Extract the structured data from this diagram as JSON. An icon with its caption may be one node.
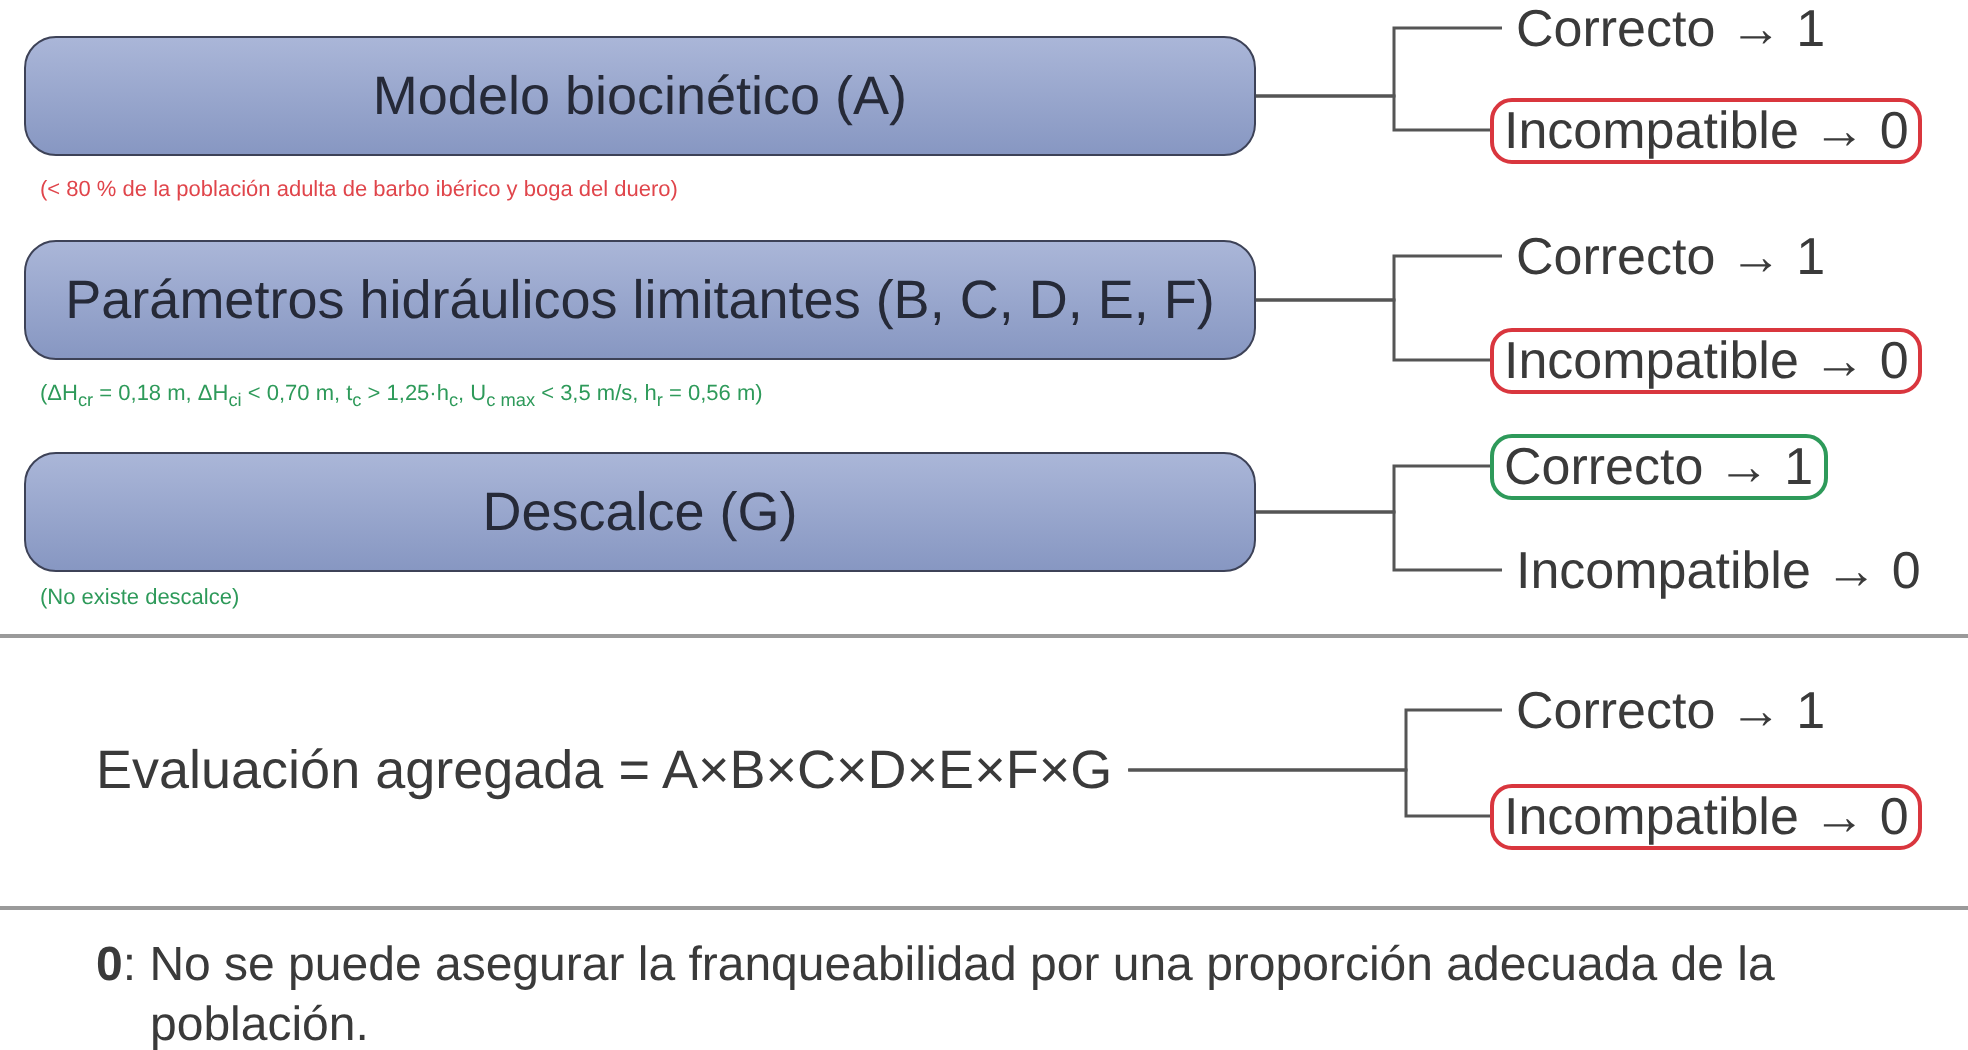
{
  "diagram": {
    "nodes": [
      {
        "text": [
          "Modelo biocinético (A)"
        ],
        "beside": [
          "(< 80 % de la población adulta de barbo ibérico y boga del duero)"
        ]
      },
      {
        "text": [
          "Correcto → 1"
        ]
      },
      {
        "text": [
          "Incompatible → 0"
        ]
      },
      {
        "text": [
          "Parámetros hidráulicos limitantes (B, C, D, E, F)"
        ],
        "beside": [
          "(ΔH$_{cr}$ = 0,18 m, ΔH$_{ci}$ < 0,70 m, t$_{c}$ > 1,25·h$_{c}$, U$_{c max}$ < 3,5 m/s, h$_{r}$ = 0,56 m)"
        ]
      },
      {
        "text": [
          "Correcto → 1"
        ]
      },
      {
        "text": [
          "Incompatible → 0"
        ]
      },
      {
        "text": [
          "Descalce (G)"
        ],
        "beside": [
          "(No existe descalce)"
        ]
      },
      {
        "text": [
          "Correcto → 1"
        ]
      },
      {
        "text": [
          "Incompatible → 0"
        ]
      },
      {
        "text": [
          "Evaluación agregada = A×B×C×D×E×F×G"
        ]
      },
      {
        "text": [
          "Correcto → 1"
        ]
      },
      {
        "text": [
          "Incompatible → 0"
        ]
      }
    ],
    "edges": [
      {
        "from": 0,
        "to": 1,
        "arrow": "none"
      },
      {
        "from": 0,
        "to": 2,
        "arrow": "none"
      },
      {
        "from": 3,
        "to": 4,
        "arrow": "none"
      },
      {
        "from": 3,
        "to": 5,
        "arrow": "none"
      },
      {
        "from": 6,
        "to": 7,
        "arrow": "none"
      },
      {
        "from": 6,
        "to": 8,
        "arrow": "none"
      },
      {
        "from": 9,
        "to": 10,
        "arrow": "none"
      },
      {
        "from": 9,
        "to": 11,
        "arrow": "none"
      }
    ],
    "labels": [
      "**0**: No se puede asegurar la franqueabilidad por una proporción adecuada de la población."
    ]
  }
}
